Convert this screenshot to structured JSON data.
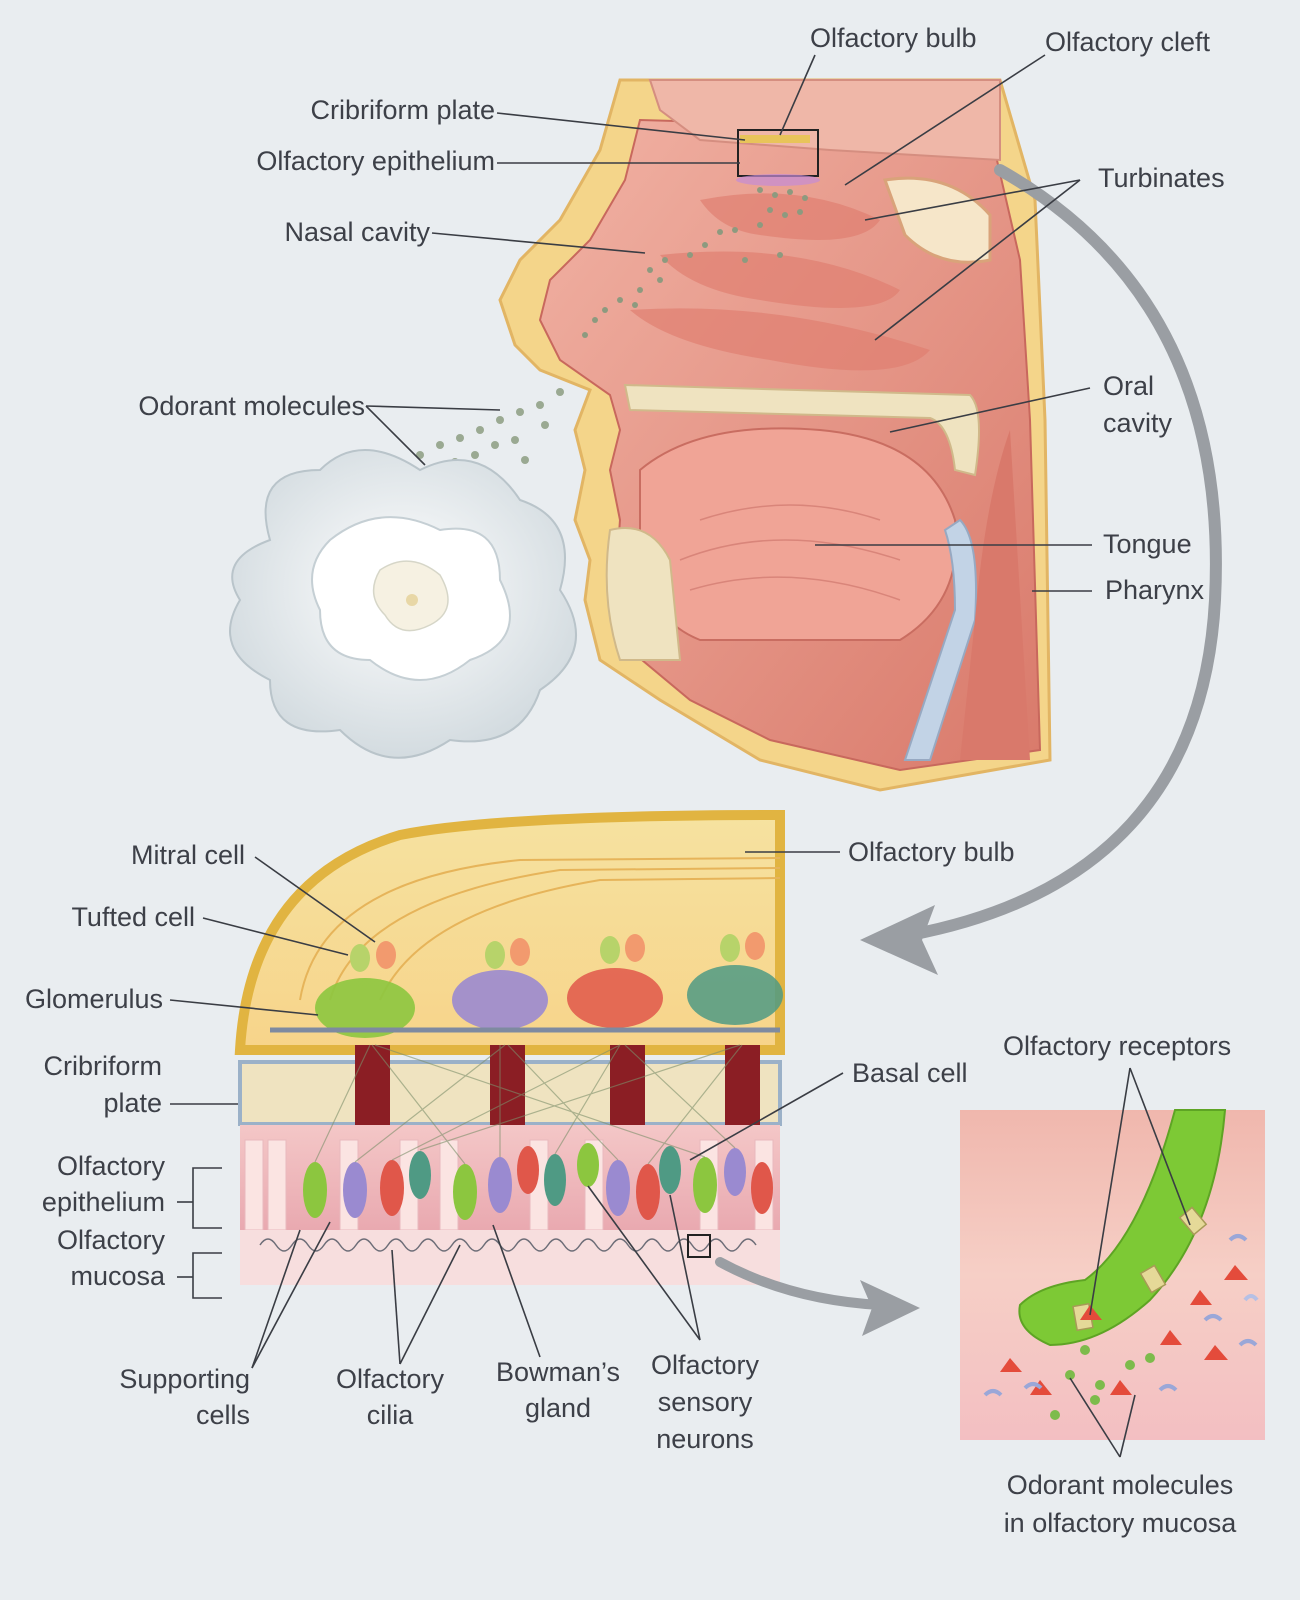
{
  "head_labels": {
    "olfactory_bulb": "Olfactory bulb",
    "olfactory_cleft": "Olfactory cleft",
    "cribriform_plate": "Cribriform plate",
    "olfactory_epithelium": "Olfactory epithelium",
    "nasal_cavity": "Nasal cavity",
    "turbinates": "Turbinates",
    "odorant_molecules": "Odorant molecules",
    "oral_cavity_1": "Oral",
    "oral_cavity_2": "cavity",
    "tongue": "Tongue",
    "pharynx": "Pharynx"
  },
  "bulb_labels": {
    "mitral_cell": "Mitral cell",
    "tufted_cell": "Tufted cell",
    "glomerulus": "Glomerulus",
    "cribriform_1": "Cribriform",
    "cribriform_2": "plate",
    "olfactory_bulb": "Olfactory bulb",
    "basal_cell": "Basal cell",
    "epithelium_1": "Olfactory",
    "epithelium_2": "epithelium",
    "mucosa_1": "Olfactory",
    "mucosa_2": "mucosa",
    "supporting_1": "Supporting",
    "supporting_2": "cells",
    "cilia_1": "Olfactory",
    "cilia_2": "cilia",
    "bowman_1": "Bowman’s",
    "bowman_2": "gland",
    "sensory_1": "Olfactory",
    "sensory_2": "sensory",
    "sensory_3": "neurons"
  },
  "inset_labels": {
    "receptors": "Olfactory receptors",
    "odorant_1": "Odorant molecules",
    "odorant_2": "in olfactory mucosa"
  },
  "colors": {
    "background": "#e9edf0",
    "tissue": "#e8a195",
    "tissue_dark": "#c9665c",
    "bone": "#efe3c0",
    "bulb_yellow": "#e8c45a",
    "neuron_green": "#8cc63f",
    "neuron_purple": "#9a8ad0",
    "neuron_red": "#e0574a",
    "neuron_teal": "#4f9a84",
    "receptor_green": "#7dc935",
    "arrow_gray": "#9a9ea3",
    "label_text": "#3d4048"
  }
}
